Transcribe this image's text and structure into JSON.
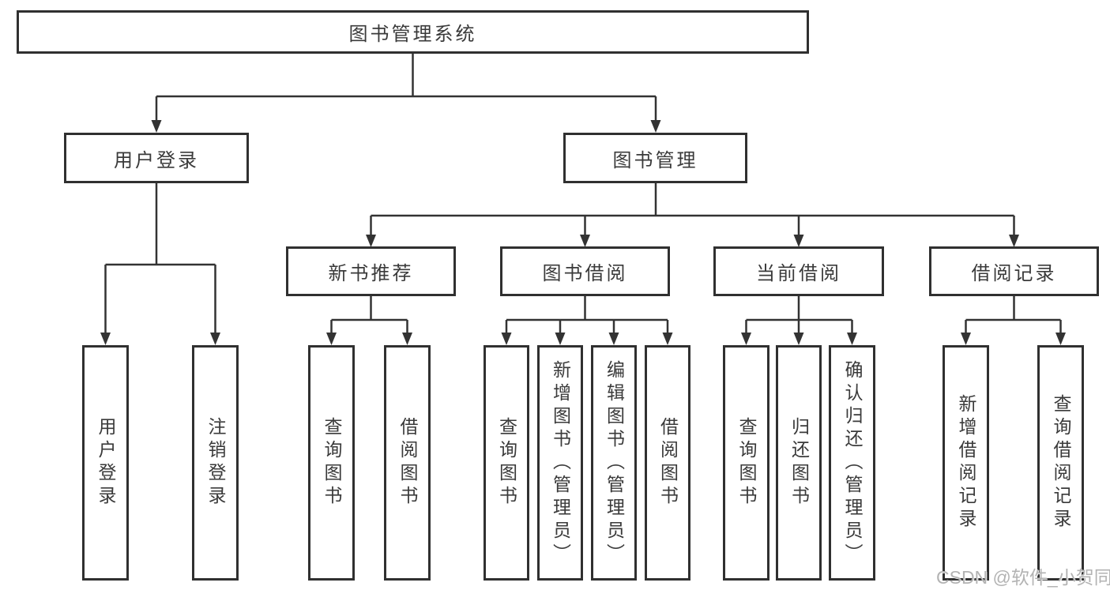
{
  "diagram": {
    "type": "hierarchy-tree",
    "colors": {
      "line": "#333333",
      "box_border": "#303030",
      "box_fill": "#ffffff",
      "text": "#3a3a3a",
      "watermark": "#b3b3b3"
    },
    "tree": {
      "root": {
        "label": "图书管理系统"
      },
      "level1": [
        {
          "id": "user-login",
          "label": "用户登录",
          "children": [
            {
              "label": "用户登录"
            },
            {
              "label": "注销登录"
            }
          ]
        },
        {
          "id": "book-management",
          "label": "图书管理"
        }
      ],
      "level2": [
        {
          "id": "new-book-recommend",
          "label": "新书推荐",
          "children": [
            {
              "label": "查询图书"
            },
            {
              "label": "借阅图书"
            }
          ]
        },
        {
          "id": "book-borrow",
          "label": "图书借阅",
          "children": [
            {
              "label": "查询图书"
            },
            {
              "label": "新增图书（管理员）"
            },
            {
              "label": "编辑图书（管理员）"
            },
            {
              "label": "借阅图书"
            }
          ]
        },
        {
          "id": "current-borrow",
          "label": "当前借阅",
          "children": [
            {
              "label": "查询图书"
            },
            {
              "label": "归还图书"
            },
            {
              "label": "确认归还（管理员）"
            }
          ]
        },
        {
          "id": "borrow-records",
          "label": "借阅记录",
          "children": [
            {
              "label": "新增借阅记录"
            },
            {
              "label": "查询借阅记录"
            }
          ]
        }
      ]
    },
    "watermark": "CSDN @软件_小贺同学"
  }
}
